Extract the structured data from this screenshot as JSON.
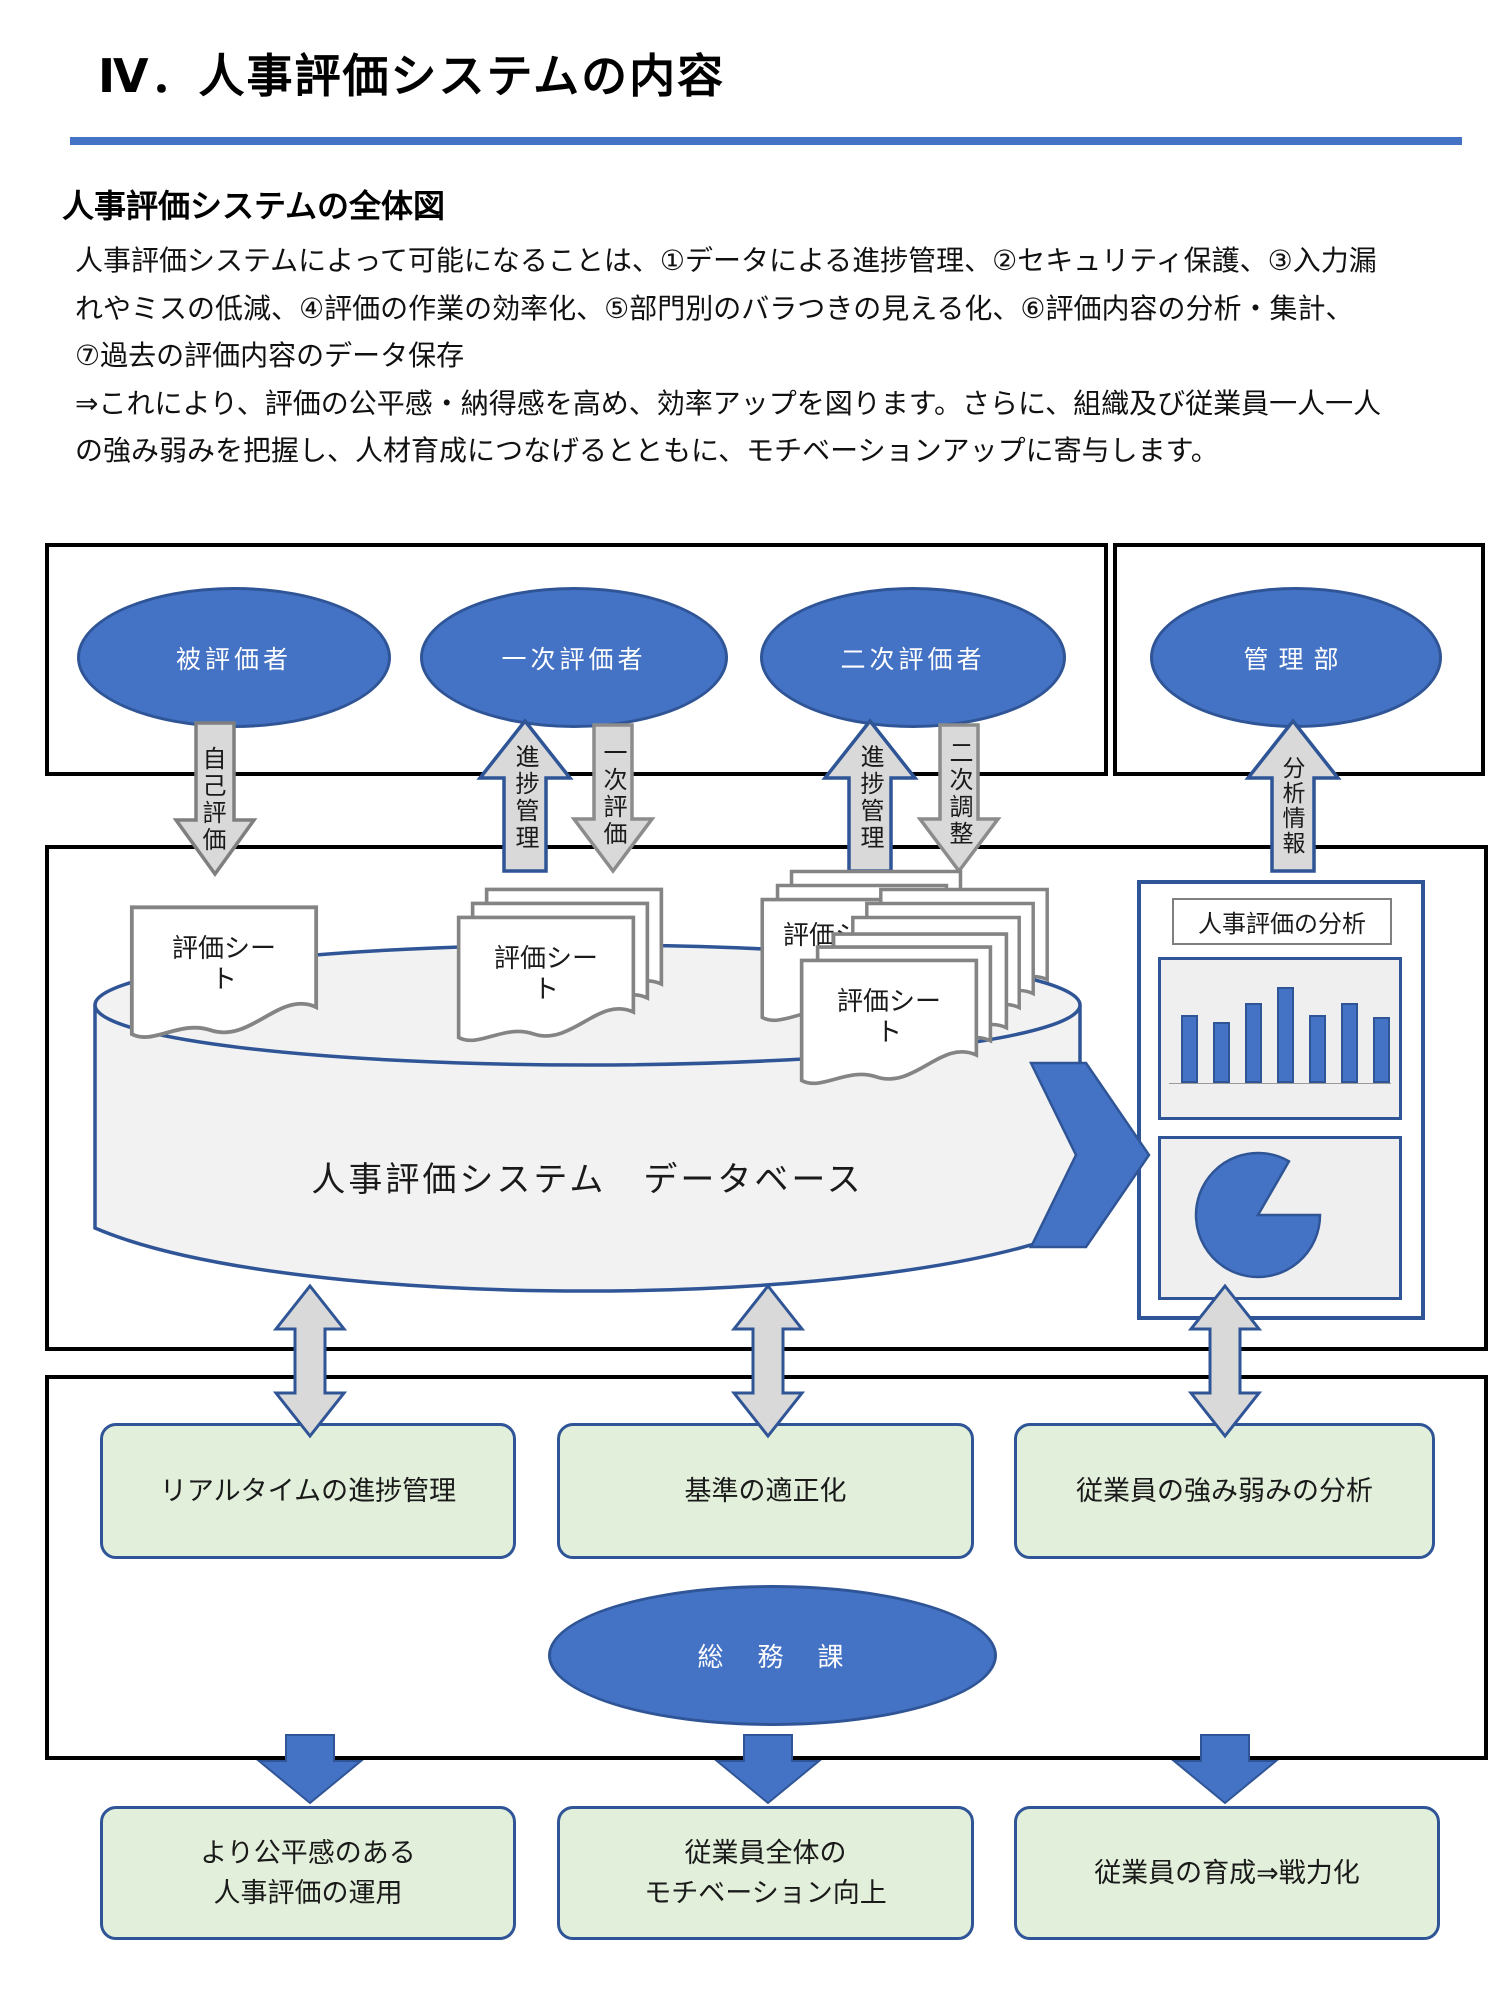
{
  "title": "Ⅳ．人事評価システムの内容",
  "section_heading": "人事評価システムの全体図",
  "intro_lines": [
    "人事評価システムによって可能になることは、①データによる進捗管理、②セキュリティ保護、③入力漏",
    "れやミスの低減、④評価の作業の効率化、⑤部門別のバラつきの見える化、⑥評価内容の分析・集計、",
    "⑦過去の評価内容のデータ保存",
    "⇒これにより、評価の公平感・納得感を高め、効率アップを図ります。さらに、組織及び従業員一人一人",
    "の強み弱みを把握し、人材育成につなげるとともに、モチベーションアップに寄与します。"
  ],
  "diagram": {
    "actors": {
      "evaluatee": "被評価者",
      "first_evaluator": "一次評価者",
      "second_evaluator": "二次評価者",
      "admin_dept": "管理部",
      "general_affairs": "総　務　課"
    },
    "flow_labels": {
      "self_evaluation": "自己評価",
      "progress_management_1": "進捗管理",
      "first_evaluation": "一次評価",
      "progress_management_2": "進捗管理",
      "second_adjustment": "二次調整",
      "analysis_info": "分析情報"
    },
    "evaluation_sheet": {
      "line1": "評価シー",
      "line2": "ト"
    },
    "database_label": "人事評価システム　データベース",
    "analysis_panel_title": "人事評価の分析",
    "chart": {
      "bar_heights": [
        68,
        61,
        80,
        96,
        68,
        80,
        66
      ]
    },
    "mid_outcomes": [
      "リアルタイムの進捗管理",
      "基準の適正化",
      "従業員の強み弱みの分析"
    ],
    "final_outcomes": [
      {
        "line1": "より公平感のある",
        "line2": "人事評価の運用"
      },
      {
        "line1": "従業員全体の",
        "line2": "モチベーション向上"
      },
      {
        "line1": "従業員の育成⇒戦力化",
        "line2": ""
      }
    ]
  },
  "colors": {
    "accent_blue": "#4472c4",
    "border_navy": "#2f5597",
    "pale_green": "#e2efda",
    "arrow_gray": "#d9d9d9",
    "rule_blue": "#4472c4"
  }
}
